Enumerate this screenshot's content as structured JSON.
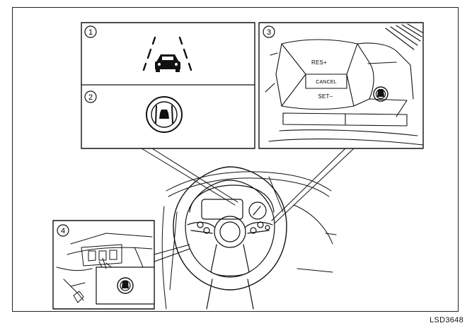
{
  "figure_code": "LSD3648",
  "callouts": {
    "c1": "1",
    "c2": "2",
    "c3": "3",
    "c4": "4"
  },
  "switch_labels": {
    "resume_accelerate": "RES+",
    "cancel": "CANCEL",
    "set_coast": "SET−"
  },
  "icons": [
    "lane-keep-car-indicator-icon",
    "lane-departure-warning-switch-icon",
    "steering-wheel-icon",
    "dashboard-switch-icon"
  ]
}
